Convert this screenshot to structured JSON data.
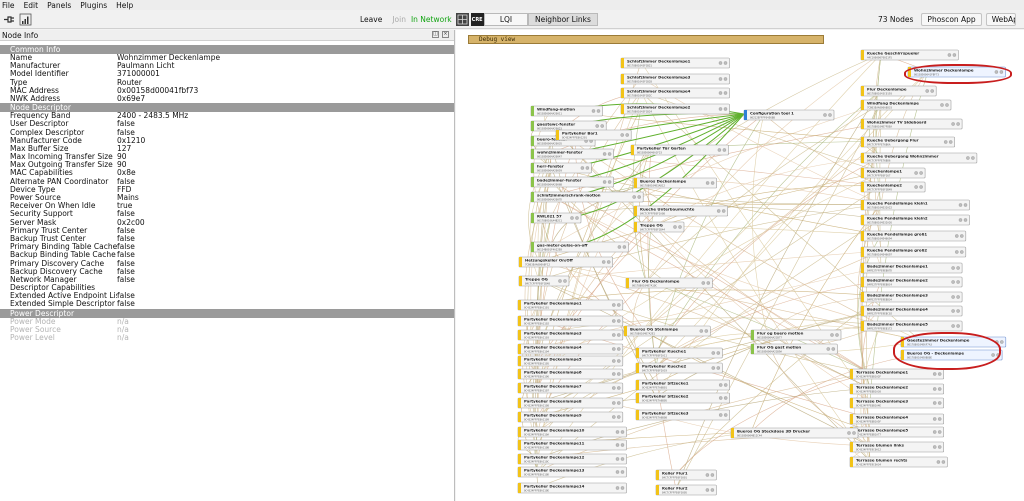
{
  "menu": [
    "File",
    "Edit",
    "Panels",
    "Plugins",
    "Help"
  ],
  "toolbar": {
    "leave": "Leave",
    "join": "Join",
    "network_status": "In Network",
    "cre_label": "CRE",
    "lqi": "LQI",
    "neighbor_links": "Neighbor Links",
    "node_count": "73 Nodes",
    "phoscon_app": "Phoscon App",
    "webapp": "WebApp",
    "status_green": "#13a413"
  },
  "panel": {
    "title": "Node Info",
    "common_info_title": "Common Info",
    "common_info": [
      {
        "k": "Name",
        "v": "Wohnzimmer Deckenlampe"
      },
      {
        "k": "Manufacturer",
        "v": "Paulmann Licht"
      },
      {
        "k": "Model Identifier",
        "v": "371000001"
      },
      {
        "k": "Type",
        "v": "Router"
      },
      {
        "k": "MAC Address",
        "v": "0x00158d00041fbf73"
      },
      {
        "k": "NWK Address",
        "v": "0x69e7"
      }
    ],
    "node_descriptor_title": "Node Descriptor",
    "node_descriptor": [
      {
        "k": "Frequency Band",
        "v": "2400 - 2483.5 MHz"
      },
      {
        "k": "User Descriptor",
        "v": "false"
      },
      {
        "k": "Complex Descriptor",
        "v": "false"
      },
      {
        "k": "Manufacturer Code",
        "v": "0x1210"
      },
      {
        "k": "Max Buffer Size",
        "v": "127"
      },
      {
        "k": "Max Incoming Transfer Size",
        "v": "90"
      },
      {
        "k": "Max Outgoing Transfer Size",
        "v": "90"
      },
      {
        "k": "MAC Capabilities",
        "v": "0x8e"
      },
      {
        "k": "Alternate PAN Coordinator",
        "v": "false"
      },
      {
        "k": "Device Type",
        "v": "FFD"
      },
      {
        "k": "Power Source",
        "v": "Mains"
      },
      {
        "k": "Receiver On When Idle",
        "v": "true"
      },
      {
        "k": "Security Support",
        "v": "false"
      },
      {
        "k": "Server Mask",
        "v": "0x2c00"
      },
      {
        "k": "Primary Trust Center",
        "v": "false"
      },
      {
        "k": "Backup Trust Center",
        "v": "false"
      },
      {
        "k": "Primary Binding Table Cache",
        "v": "false"
      },
      {
        "k": "Backup Binding Table Cache",
        "v": "false"
      },
      {
        "k": "Primary Discovery Cache",
        "v": "false"
      },
      {
        "k": "Backup Discovery Cache",
        "v": "false"
      },
      {
        "k": "Network Manager",
        "v": "false"
      },
      {
        "k": "Descriptor Capabilities",
        "v": ""
      },
      {
        "k": "Extended Active Endpoint List",
        "v": "false"
      },
      {
        "k": "Extended Simple Descriptor List",
        "v": "false"
      }
    ],
    "power_descriptor_title": "Power Descriptor",
    "power_descriptor": [
      {
        "k": "Power Mode",
        "v": "n/a"
      },
      {
        "k": "Power Source",
        "v": "n/a"
      },
      {
        "k": "Power Level",
        "v": "n/a"
      }
    ]
  },
  "graph": {
    "debug_label": "Debug view",
    "colors": {
      "router": "#f2c318",
      "coordinator": "#2f7fd6",
      "end": "#8bc34a",
      "highlight": "#c81e1e"
    },
    "nodes": [
      {
        "label": "Kueche Geschirrspueler",
        "addr": "44C10000070021F5",
        "col": "right"
      },
      {
        "label": "Wohnzimmer Deckenlampe",
        "addr": "00158D00041FBF73",
        "col": "right",
        "sel": true
      },
      {
        "label": "Flur Deckenlampe",
        "addr": "00178801043C0193",
        "col": "right"
      },
      {
        "label": "Windfang Deckenlampe",
        "addr": "7CB03EAA000A8833",
        "col": "right"
      },
      {
        "label": "Wohnzimmer TV Sideboard",
        "addr": "0017880104D7F8EA",
        "col": "right"
      },
      {
        "label": "Kueche Uebergang Flur",
        "addr": "84C7CFFFFE76B6A",
        "col": "right"
      },
      {
        "label": "Kueche Uebergang Wohnzimmer",
        "addr": "84C7CFFFFE76B86",
        "col": "right"
      },
      {
        "label": "Kuechenlampe1",
        "addr": "84C7CFFFFE6F167",
        "col": "right"
      },
      {
        "label": "Kuechenlampe2",
        "addr": "84C7CFFFFE6F3B49",
        "col": "right"
      },
      {
        "label": "Kueche Pendellampe klein1",
        "addr": "0017880104E32A22",
        "col": "right"
      },
      {
        "label": "Kueche Pendellampe klein2",
        "addr": "0017880104E32A26",
        "col": "right"
      },
      {
        "label": "Kueche Pendellampe groß1",
        "addr": "0017880104E46694",
        "col": "right"
      },
      {
        "label": "Kueche Pendellampe groß2",
        "addr": "0017880104E46697",
        "col": "right"
      },
      {
        "label": "Badezimmer Deckenlampe1",
        "addr": "84FD27FFFE9EB07D",
        "col": "right"
      },
      {
        "label": "Badezimmer Deckenlampe2",
        "addr": "84FD27FFFE9EB0C4",
        "col": "right"
      },
      {
        "label": "Badezimmer Deckenlampe3",
        "addr": "84FD27FFFE9EB834",
        "col": "right"
      },
      {
        "label": "Badezimmer Deckenlampe4",
        "addr": "84FD27FFFE9EBC02",
        "col": "right"
      },
      {
        "label": "Badezimmer Deckenlampe5",
        "addr": "84FD27FFFE9EB172",
        "col": "right"
      },
      {
        "label": "Gaestezimmer Deckenlampe",
        "addr": "0017880104D6F7A3",
        "col": "right",
        "sel": true
      },
      {
        "label": "Bueros OG - Deckenlampe",
        "addr": "0017880104D0B88E",
        "col": "right",
        "sel": true
      },
      {
        "label": "Terrasse Deckenlampe1",
        "addr": "0C4324FFFE8B1A2F",
        "col": "right"
      },
      {
        "label": "Terrasse Deckenlampe2",
        "addr": "0C4324FFFE8B1A30",
        "col": "right"
      },
      {
        "label": "Terrasse Deckenlampe3",
        "addr": "0C4324FFFE8B1A4E",
        "col": "right"
      },
      {
        "label": "Terrasse Deckenlampe4",
        "addr": "0C4324FFFE8B1A5F",
        "col": "right"
      },
      {
        "label": "Terrasse Deckenlampe5",
        "addr": "0C4324FFFE8B1A77",
        "col": "right"
      },
      {
        "label": "Terrasse blumen links",
        "addr": "0C4324FFFE9C0A12",
        "col": "right"
      },
      {
        "label": "Terrasse blumen rechts",
        "addr": "0C4324FFFE9C0A34",
        "col": "right"
      },
      {
        "label": "Schlafzimmer Deckenlampe1",
        "addr": "00178801043F1B21",
        "col": "mid"
      },
      {
        "label": "Schlafzimmer Deckenlampe3",
        "addr": "00178801043F1B28",
        "col": "mid"
      },
      {
        "label": "Schlafzimmer Deckenlampe4",
        "addr": "00178801043F1B2C",
        "col": "mid"
      },
      {
        "label": "Schlafzimmer Deckenlampe2",
        "addr": "00178801043F1B24",
        "col": "mid"
      },
      {
        "label": "Configuration tool 1",
        "addr": "00212EFFFF0456B8",
        "col": "coord"
      },
      {
        "label": "Partykeller Tür Garten",
        "addr": "00158D00046A1F23",
        "col": "mid"
      },
      {
        "label": "Bueros Deckenlampe",
        "addr": "0017880104D3A812",
        "col": "mid"
      },
      {
        "label": "Kueche Unterbaumuchte",
        "addr": "84C7CFFFFE6F1A08",
        "col": "mid"
      },
      {
        "label": "Treppe OG",
        "addr": "84C7CFFFFE6F1B44",
        "col": "mid"
      },
      {
        "label": "Flur OG Deckenlampe",
        "addr": "0017880104D7A10C",
        "col": "mid"
      },
      {
        "label": "Bueros OG Stehlampe",
        "addr": "0017880104D7A2E1",
        "col": "mid"
      },
      {
        "label": "Partykeller Kueche1",
        "addr": "84C7CFFFFE6F2A11",
        "col": "mid"
      },
      {
        "label": "Partykeller Kueche2",
        "addr": "84C7CFFFFE6F2A19",
        "col": "mid"
      },
      {
        "label": "Partykeller Sitzecke1",
        "addr": "0C4324FFFE7A6B01",
        "col": "mid"
      },
      {
        "label": "Partykeller Sitzecke2",
        "addr": "0C4324FFFE7A6B05",
        "col": "mid"
      },
      {
        "label": "Partykeller Sitzecke3",
        "addr": "0C4324FFFE7A6B08",
        "col": "mid"
      },
      {
        "label": "Keller Flur1",
        "addr": "84C7CFFFFE6F3001",
        "col": "mid"
      },
      {
        "label": "Keller Flur2",
        "addr": "84C7CFFFFE6F3005",
        "col": "mid"
      },
      {
        "label": "Flur og buero motion",
        "addr": "00158D0004A21B77",
        "col": "end"
      },
      {
        "label": "Flur OG gast motion",
        "addr": "00158D0004A21B9A",
        "col": "end"
      },
      {
        "label": "Bueros OG Steckdose 3D Drucker",
        "addr": "00158D0004B12C44",
        "col": "mid"
      },
      {
        "label": "Windfang-motion",
        "addr": "00158D0004A20011",
        "col": "end"
      },
      {
        "label": "gaestewc-fenster",
        "addr": "00158D0004A20023",
        "col": "end"
      },
      {
        "label": "buero-fenster",
        "addr": "00158D0004A20035",
        "col": "end"
      },
      {
        "label": "wohnzimmer-fenster",
        "addr": "00158D0004A20047",
        "col": "end"
      },
      {
        "label": "herr-fenster",
        "addr": "00158D0004A20059",
        "col": "end"
      },
      {
        "label": "badezimmer-fenster",
        "addr": "00158D0004A2006B",
        "col": "end"
      },
      {
        "label": "schlafzimmerschrank-motion",
        "addr": "00158D0004A2007D",
        "col": "end"
      },
      {
        "label": "RWL021 57",
        "addr": "0017880106A4B2C1",
        "col": "end"
      },
      {
        "label": "gas-meter-pulse-on-off",
        "addr": "00124B001F4A22E0",
        "col": "end"
      },
      {
        "label": "Heizungskeller On/Off",
        "addr": "7CB03EAA000A8F12",
        "col": "mid"
      },
      {
        "label": "Treppe OG",
        "addr": "84C7CFFFFE6F1B48",
        "col": "mid"
      },
      {
        "label": "Partykeller Deckenlampe1",
        "addr": "0C4324FFFE8A1101",
        "col": "mid"
      },
      {
        "label": "Partykeller Deckenlampe2",
        "addr": "0C4324FFFE8A1102",
        "col": "mid"
      },
      {
        "label": "Partykeller Deckenlampe3",
        "addr": "0C4324FFFE8A1103",
        "col": "mid"
      },
      {
        "label": "Partykeller Deckenlampe4",
        "addr": "0C4324FFFE8A1104",
        "col": "mid"
      },
      {
        "label": "Partykeller Deckenlampe5",
        "addr": "0C4324FFFE8A1105",
        "col": "mid"
      },
      {
        "label": "Partykeller Deckenlampe6",
        "addr": "0C4324FFFE8A1106",
        "col": "mid"
      },
      {
        "label": "Partykeller Deckenlampe7",
        "addr": "0C4324FFFE8A1107",
        "col": "mid"
      },
      {
        "label": "Partykeller Deckenlampe8",
        "addr": "0C4324FFFE8A1108",
        "col": "mid"
      },
      {
        "label": "Partykeller Deckenlampe9",
        "addr": "0C4324FFFE8A1109",
        "col": "mid"
      },
      {
        "label": "Partykeller Deckenlampe10",
        "addr": "0C4324FFFE8A110A",
        "col": "mid"
      },
      {
        "label": "Partykeller Deckenlampe11",
        "addr": "0C4324FFFE8A110B",
        "col": "mid"
      },
      {
        "label": "Partykeller Deckenlampe12",
        "addr": "0C4324FFFE8A110C",
        "col": "mid"
      },
      {
        "label": "Partykeller Deckenlampe13",
        "addr": "0C4324FFFE8A110D",
        "col": "mid"
      },
      {
        "label": "Partykeller Deckenlampe14",
        "addr": "0C4324FFFE8A110E",
        "col": "mid"
      },
      {
        "label": "Partykeller Bar1",
        "addr": "0C4324FFFE8A1201",
        "col": "mid"
      }
    ]
  }
}
